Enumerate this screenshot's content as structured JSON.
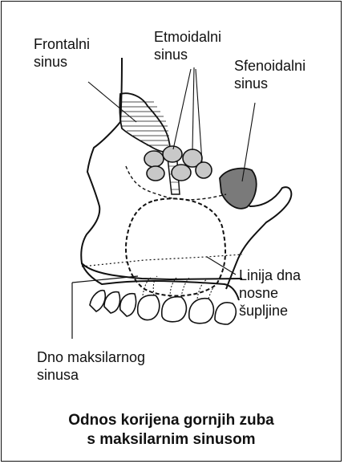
{
  "labels": {
    "frontal": [
      "Frontalni",
      "sinus"
    ],
    "ethmoid": [
      "Etmoidalni",
      "sinus"
    ],
    "sphenoid": [
      "Sfenoidalni",
      "sinus"
    ],
    "nasal_floor_line": [
      "Linija dna",
      "nosne",
      "šupljine"
    ],
    "maxillary_floor": [
      "Dno maksilarnog",
      "sinusa"
    ]
  },
  "caption": [
    "Odnos korijena gornjih zuba",
    "s maksilarnim sinusom"
  ]
}
